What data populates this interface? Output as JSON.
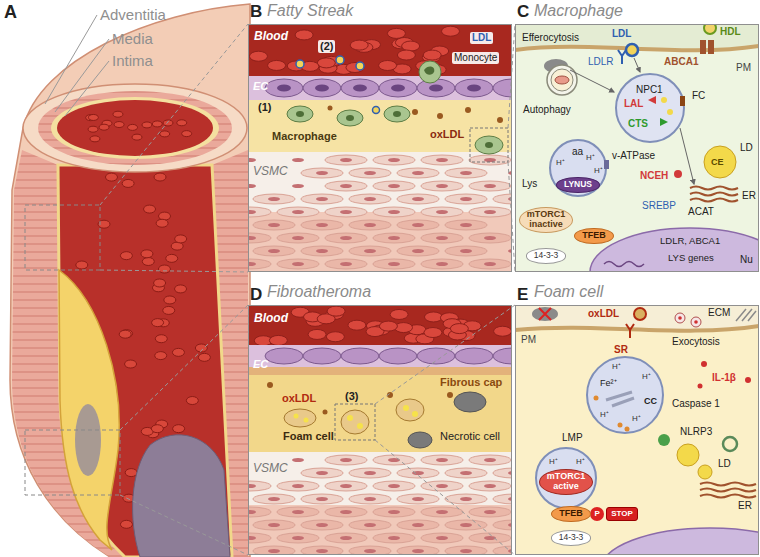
{
  "diagram": {
    "nodes": [
      {
        "text": [
          "Fatty Streak"
        ]
      },
      {
        "text": [
          "Macrophage"
        ]
      },
      {
        "text": [
          "Fibroatheroma"
        ]
      },
      {
        "text": [
          "Foam cell"
        ]
      },
      {
        "text": [
          "LYNUS"
        ],
        "in": 1
      },
      {
        "text": [
          "mTORC1",
          "inactive"
        ],
        "in": 1
      },
      {
        "text": [
          "TFEB"
        ],
        "in": 1
      },
      {
        "text": [
          "14-3-3"
        ],
        "in": 1
      },
      {
        "text": [
          "mTORC1",
          "active"
        ],
        "in": 3
      },
      {
        "text": [
          "TFEB"
        ],
        "in": 3
      },
      {
        "text": [
          "14-3-3"
        ],
        "in": 3
      },
      {
        "text": [
          "STOP"
        ],
        "in": 3
      }
    ],
    "labels": [
      "A",
      "Adventitia",
      "Media",
      "Intima",
      "B",
      "Blood",
      "(2)",
      "LDL",
      "Monocyte",
      "EC",
      "(1)",
      "Macrophage",
      "oxLDL",
      "VSMC",
      "C",
      "Efferocytosis",
      "LDL",
      "HDL",
      "LDLR",
      "ABCA1",
      "PM",
      "NPC1",
      "FC",
      "LAL",
      "CTS",
      "Autophagy",
      "aa",
      "v-ATPase",
      "H⁺",
      "H⁺",
      "H⁺",
      "Lys",
      "NCEH",
      "LD",
      "CE",
      "ACAT",
      "ER",
      "SREBP",
      "LDLR, ABCA1",
      "LYS genes",
      "Nu",
      "D",
      "Blood",
      "EC",
      "Fibrous cap",
      "oxLDL",
      "(3)",
      "Foam cell",
      "Necrotic cell",
      "VSMC",
      "E",
      "oxLDL",
      "ECM",
      "PM",
      "SR",
      "Exocytosis",
      "IL-1β",
      "Fe²⁺",
      "CC",
      "Caspase 1",
      "NLRP3",
      "LMP",
      "H⁺",
      "H⁺",
      "H⁺",
      "H⁺",
      "H⁺",
      "H⁺",
      "LD",
      "ER",
      "P"
    ]
  }
}
